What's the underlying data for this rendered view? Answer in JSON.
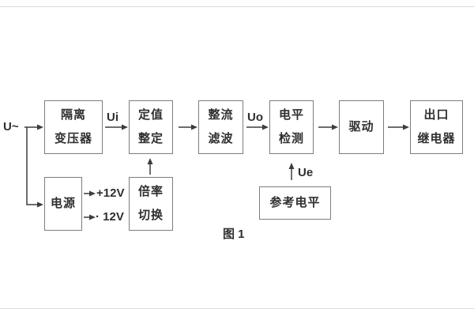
{
  "figure": {
    "caption": "图 1",
    "source_label": "U~"
  },
  "blocks": {
    "isolation_transformer": {
      "line1": "隔离",
      "line2": "变压器"
    },
    "setting_adjust": {
      "line1": "定值",
      "line2": "整定"
    },
    "rectify_filter": {
      "line1": "整流",
      "line2": "滤波"
    },
    "level_detect": {
      "line1": "电平",
      "line2": "检测"
    },
    "drive": {
      "label": "驱动"
    },
    "output_relay": {
      "line1": "出口",
      "line2": "继电器"
    },
    "power": {
      "label": "电源"
    },
    "ratio_switch": {
      "line1": "倍率",
      "line2": "切换"
    },
    "reference_level": {
      "label": "参考电平"
    }
  },
  "signals": {
    "ui": "Ui",
    "uo": "Uo",
    "ue": "Ue",
    "plus12v": "+12V",
    "minus12v": "· 12V"
  },
  "colors": {
    "background": "#ffffff",
    "box_border": "#7d7d7d",
    "line": "#3d3d3d",
    "text": "#2f2f2f",
    "page_rule": "#dcdcdc"
  }
}
